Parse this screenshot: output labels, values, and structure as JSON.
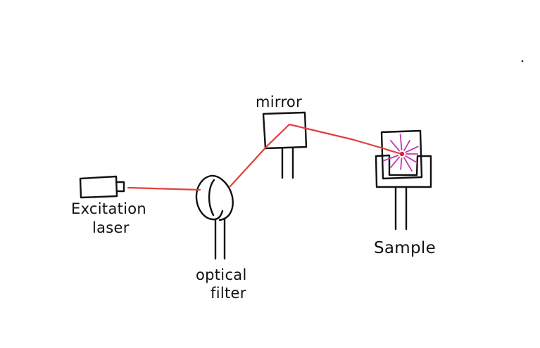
{
  "diagram": {
    "labels": {
      "laser_line1": "Excitation",
      "laser_line2": "laser",
      "filter_line1": "optical",
      "filter_line2": "filter",
      "mirror": "mirror",
      "sample": "Sample"
    },
    "colors": {
      "beam": "#e0403a",
      "fluorescence": "#c03aa8",
      "focus": "#e0203a",
      "ink": "#111111",
      "background": "#ffffff"
    }
  }
}
